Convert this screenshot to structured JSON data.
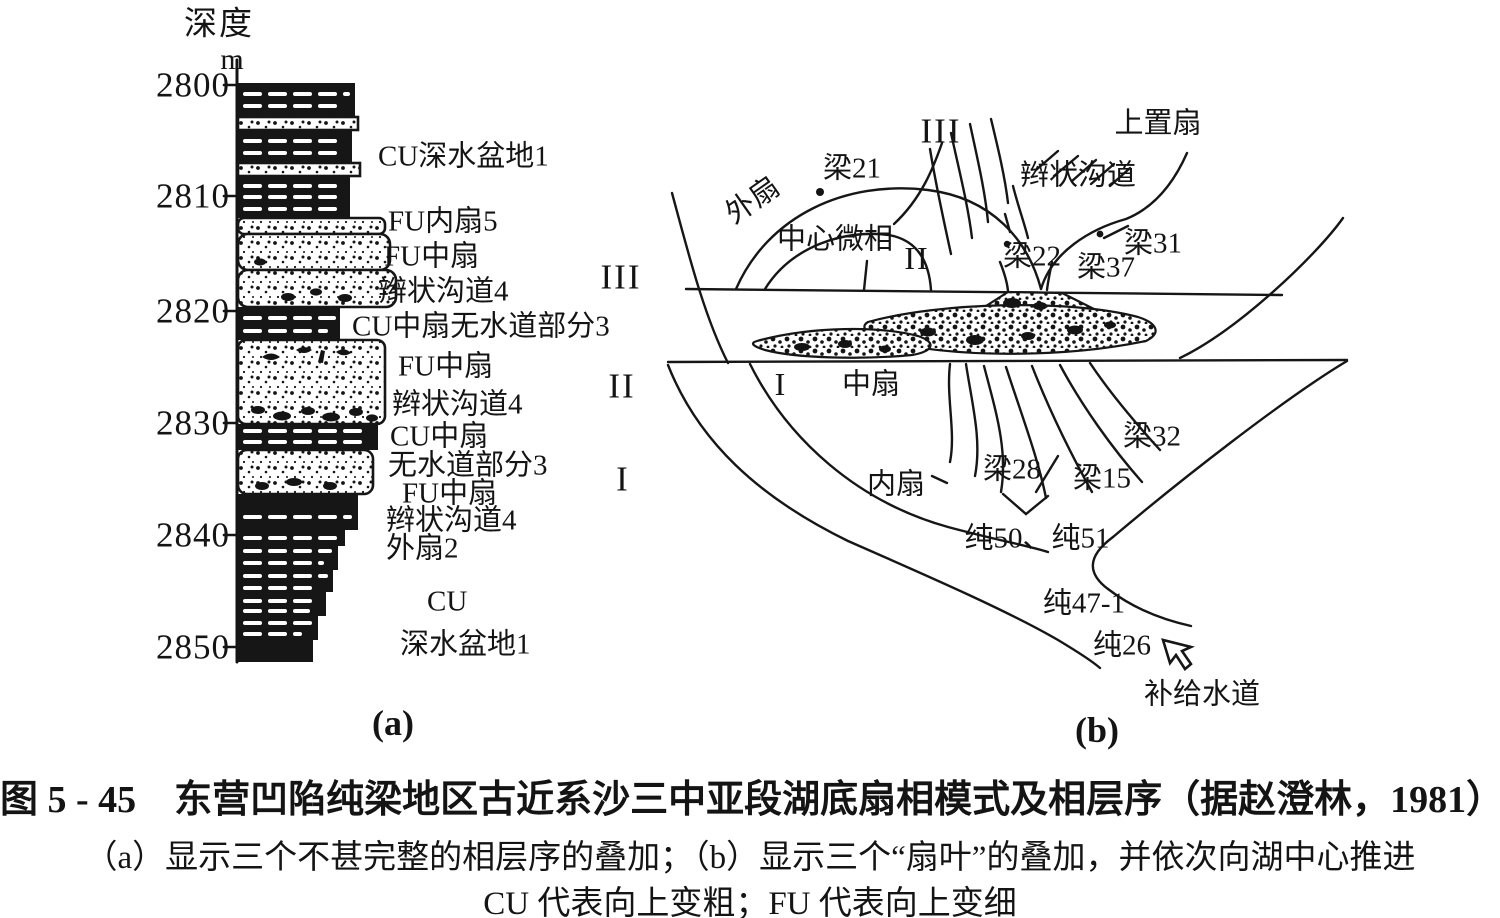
{
  "figure": {
    "caption_line1": "图 5 - 45　东营凹陷纯梁地区古近系沙三中亚段湖底扇相模式及相层序（据赵澄林，1981）",
    "caption_line2": "（a）显示三个不甚完整的相层序的叠加；（b）显示三个“扇叶”的叠加，并依次向湖中心推进",
    "caption_line3": "CU 代表向上变粗；FU 代表向上变细",
    "ink_color": "#141414",
    "paper_color": "#ffffff"
  },
  "panel_a": {
    "panel_label": "(a)",
    "axis_title": "深度",
    "axis_unit": "m",
    "depth_ticks": [
      "2800",
      "2810",
      "2820",
      "2830",
      "2840",
      "2850"
    ],
    "sequences": [
      "III",
      "II",
      "I"
    ],
    "labels": [
      "CU深水盆地1",
      "FU内扇5",
      "FU中扇",
      "辫状沟道4",
      "CU中扇无水道部分3",
      "FU中扇",
      "辫状沟道4",
      "CU中扇",
      "无水道部分3",
      "FU中扇",
      "辫状沟道4",
      "外扇2",
      "CU",
      "深水盆地1"
    ]
  },
  "panel_b": {
    "panel_label": "(b)",
    "labels": {
      "outer_fan": "外扇",
      "liang21": "梁21",
      "seq3": "III",
      "braided_channel": "辫状沟道",
      "superposed_fan": "上置扇",
      "center_microfacies": "中心微相",
      "seq2": "II",
      "liang22": "梁22",
      "liang37": "梁37",
      "liang31": "梁31",
      "seq1": "I",
      "mid_fan": "中扇",
      "liang32": "梁32",
      "liang28": "梁28",
      "liang15": "梁15",
      "inner_fan": "内扇",
      "chun50_51": "纯50、纯51",
      "chun47_1": "纯47-1",
      "chun26": "纯26",
      "supply_channel": "补给水道"
    }
  }
}
